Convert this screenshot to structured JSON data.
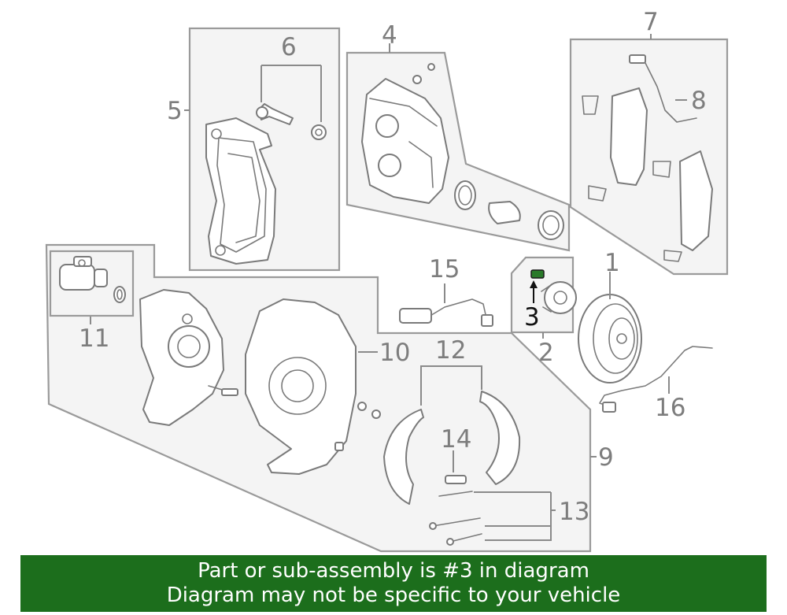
{
  "callouts": {
    "c1": "1",
    "c2": "2",
    "c3": "3",
    "c4": "4",
    "c5": "5",
    "c6": "6",
    "c7": "7",
    "c8": "8",
    "c9": "9",
    "c10": "10",
    "c11": "11",
    "c12": "12",
    "c13": "13",
    "c14": "14",
    "c15": "15",
    "c16": "16"
  },
  "highlighted_part": "3",
  "banner": {
    "line1": "Part or sub-assembly is #3 in diagram",
    "line2": "Diagram may not be specific to your vehicle",
    "background_color": "#1c6e1c"
  },
  "colors": {
    "line_art": "#7a7a7a",
    "panel_fill": "#f4f4f4",
    "highlight": "#111111"
  }
}
